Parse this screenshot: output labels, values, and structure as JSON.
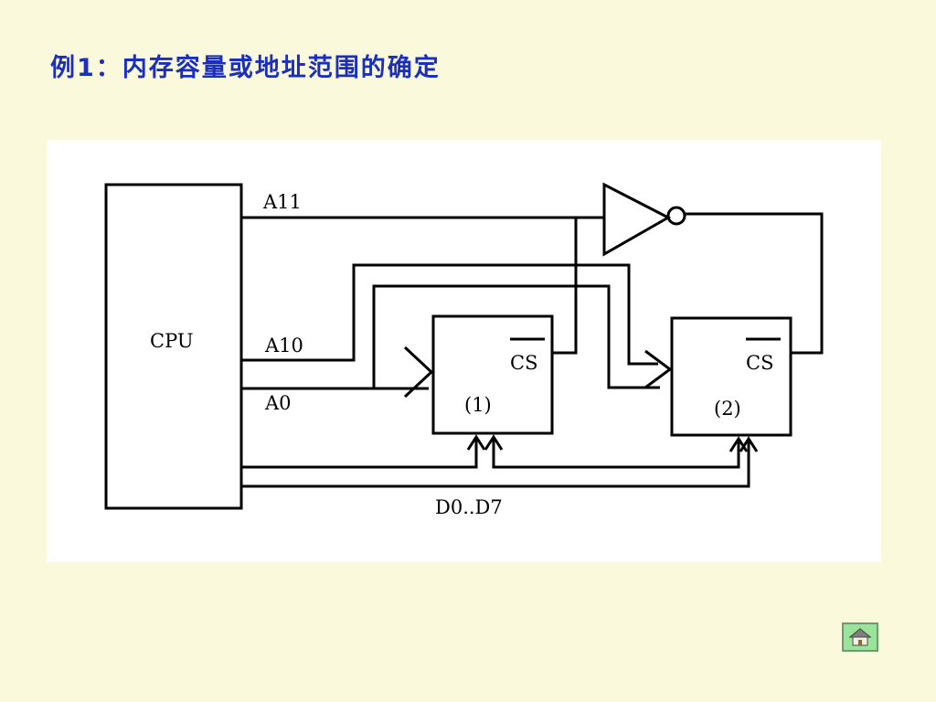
{
  "slide": {
    "title": "例1：内存容量或地址范围的确定"
  },
  "diagram": {
    "cpu_label": "CPU",
    "signals": {
      "a11": "A11",
      "a10": "A10",
      "a0": "A0",
      "data_bus": "D0..D7"
    },
    "chip1": {
      "cs_label": "CS",
      "id_label": "(1)"
    },
    "chip2": {
      "cs_label": "CS",
      "id_label": "(2)"
    }
  },
  "navigation": {
    "home_icon": "home-icon"
  }
}
